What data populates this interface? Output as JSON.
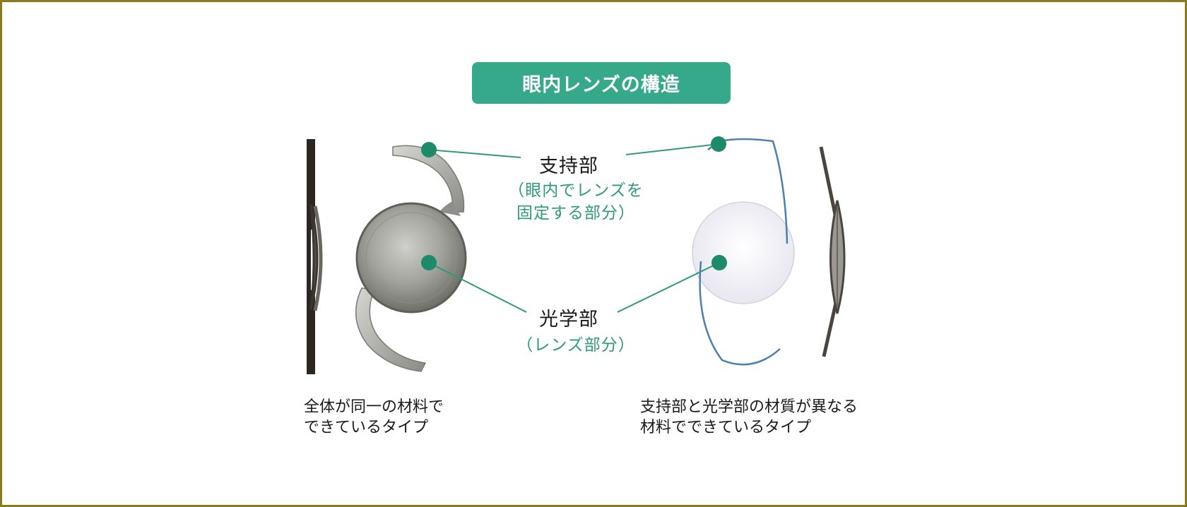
{
  "title": "眼内レンズの構造",
  "haptic": {
    "label": "支持部",
    "sub_line1": "（眼内でレンズを",
    "sub_line2": "固定する部分）"
  },
  "optic": {
    "label": "光学部",
    "sub": "（レンズ部分）"
  },
  "left_caption": {
    "line1": "全体が同一の材料で",
    "line2": "できているタイプ"
  },
  "right_caption": {
    "line1": "支持部と光学部の材質が異なる",
    "line2": "材料でできているタイプ"
  },
  "colors": {
    "accent": "#35a98a",
    "marker": "#1e8a6a",
    "sub_text": "#2e9a7c",
    "border": "#8a7a1e",
    "haptic_wire": "#4a7fb0"
  }
}
